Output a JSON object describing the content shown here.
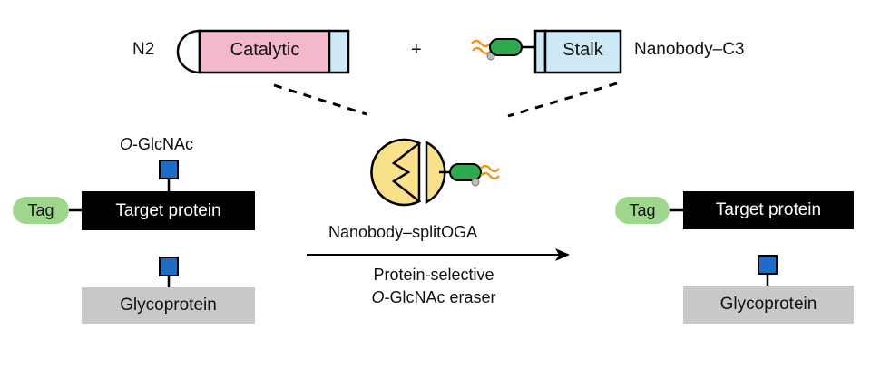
{
  "top": {
    "n2_label": "N2",
    "catalytic_label": "Catalytic",
    "plus": "+",
    "stalk_label": "Stalk",
    "c3_label": "Nanobody–C3"
  },
  "left": {
    "glyco_mark_prefix": "O",
    "glyco_mark_suffix": "-GlcNAc",
    "tag_label": "Tag",
    "target_label": "Target protein",
    "glycoprotein_label": "Glycoprotein"
  },
  "middle": {
    "enzyme_label": "Nanobody–splitOGA",
    "desc_line1": "Protein-selective",
    "desc_line2_prefix": "O",
    "desc_line2_suffix": "-GlcNAc eraser"
  },
  "right": {
    "tag_label": "Tag",
    "target_label": "Target protein",
    "glycoprotein_label": "Glycoprotein"
  },
  "colors": {
    "catalytic": "#f4b8cb",
    "catalytic_cap": "#cde9f6",
    "stalk": "#cde9f6",
    "tag": "#9fd68e",
    "target": "#000000",
    "glycoprotein": "#c8c8c8",
    "sugar": "#1f6cc4",
    "enzyme": "#f9e08a",
    "nanobody": "#2fa84f",
    "linker": "#f0961c"
  }
}
